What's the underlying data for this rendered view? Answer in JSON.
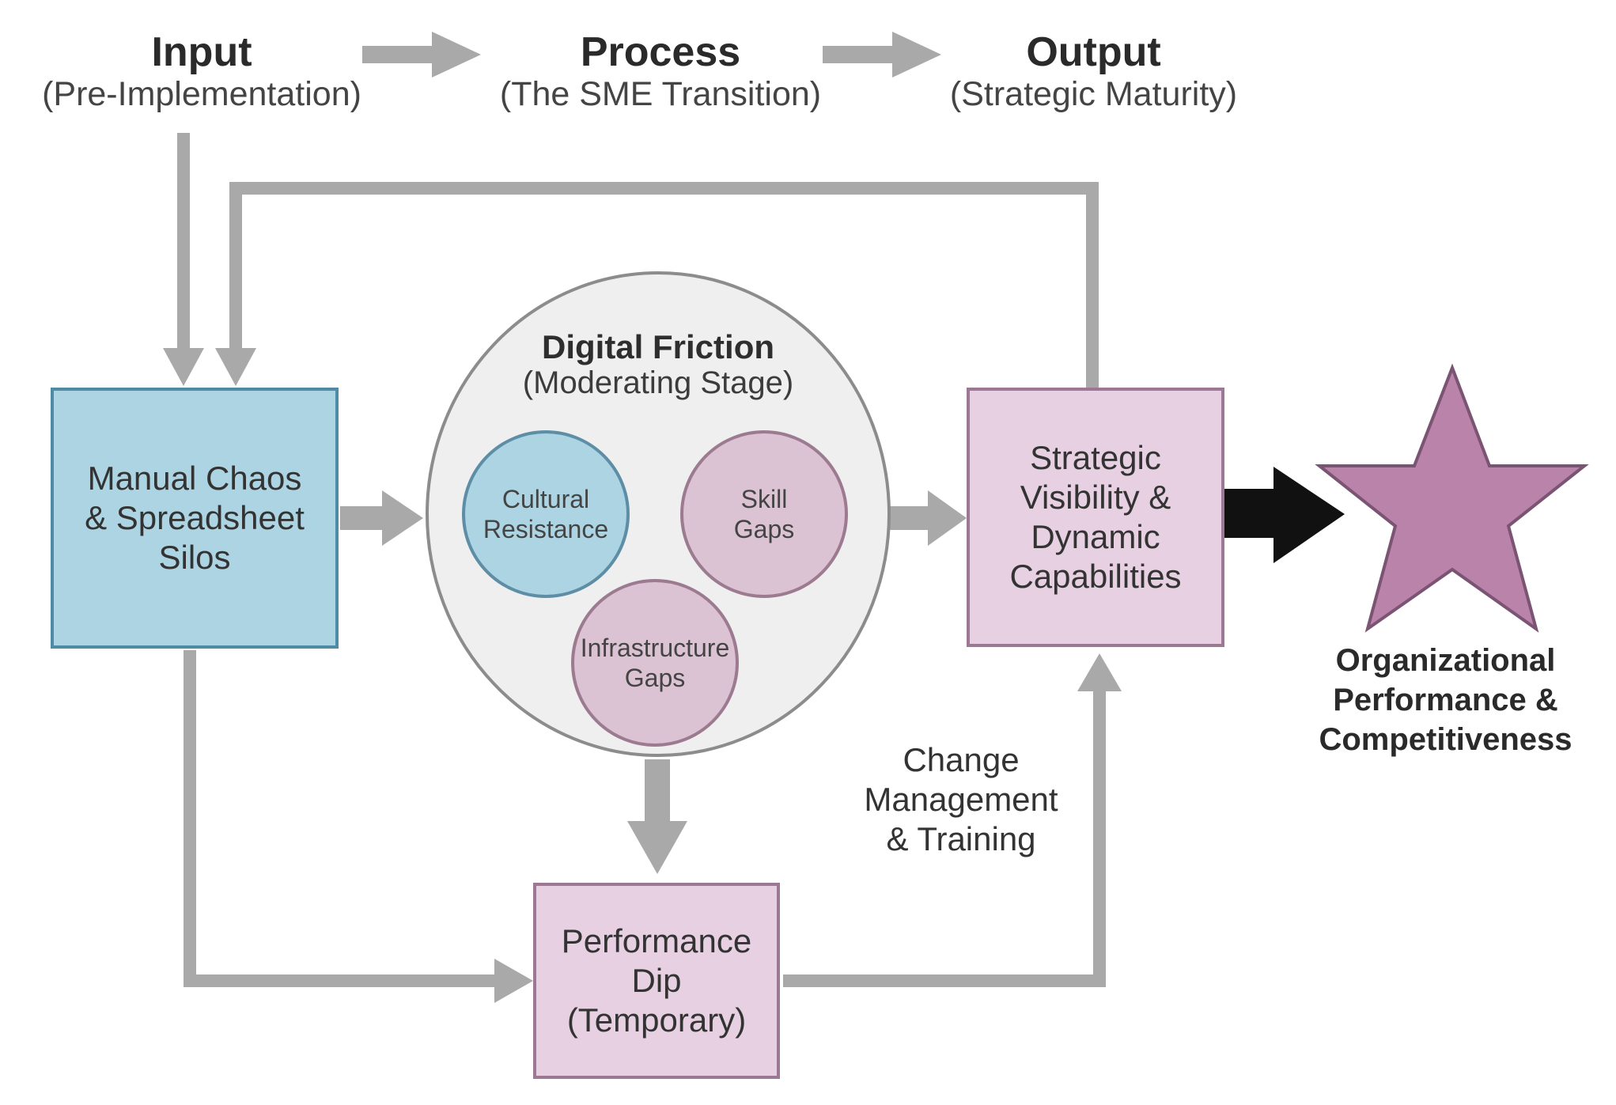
{
  "header": {
    "input_title": "Input",
    "input_sub": "(Pre-Implementation)",
    "process_title": "Process",
    "process_sub": "(The SME Transition)",
    "output_title": "Output",
    "output_sub": "(Strategic Maturity)"
  },
  "nodes": {
    "manual_chaos": "Manual Chaos\n& Spreadsheet\nSilos",
    "friction_title": "Digital Friction",
    "friction_sub": "(Moderating Stage)",
    "cultural_resistance": "Cultural\nResistance",
    "skill_gaps": "Skill\nGaps",
    "infrastructure_gaps": "Infrastructure\nGaps",
    "strategic_visibility": "Strategic\nVisibility &\nDynamic\nCapabilities",
    "performance_dip": "Performance\nDip\n(Temporary)",
    "change_management": "Change\nManagement\n& Training",
    "outcome": "Organizational\nPerformance &\nCompetitiveness"
  },
  "colors": {
    "arrow_gray": "#a9a9a9",
    "arrow_black": "#111111",
    "input_box_fill": "#add4e2",
    "input_box_border": "#4f8ba4",
    "stage_box_fill": "#e6d0e1",
    "stage_box_border": "#9d7895",
    "friction_fill": "#efefef",
    "friction_border": "#8c8c8c",
    "star_fill": "#b983aa",
    "star_border": "#7a5472"
  }
}
